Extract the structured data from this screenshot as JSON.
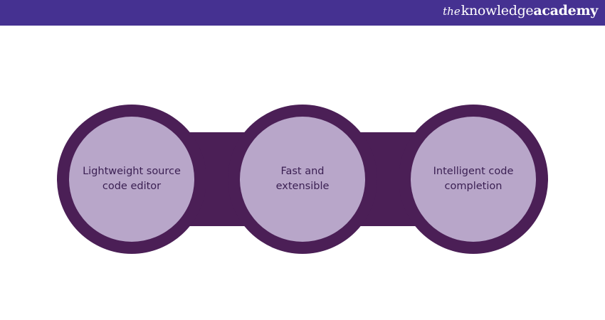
{
  "header": {
    "brand": {
      "the": "the",
      "knowledge": "knowledge",
      "academy": "academy"
    }
  },
  "diagram": {
    "nodes": [
      {
        "label": "Lightweight source code editor"
      },
      {
        "label": "Fast and extensible"
      },
      {
        "label": "Intelligent code completion"
      }
    ]
  },
  "colors": {
    "header_bg": "#453191",
    "ring": "#4b1f56",
    "node_fill": "#b8a6c9",
    "text": "#3a1f52"
  }
}
